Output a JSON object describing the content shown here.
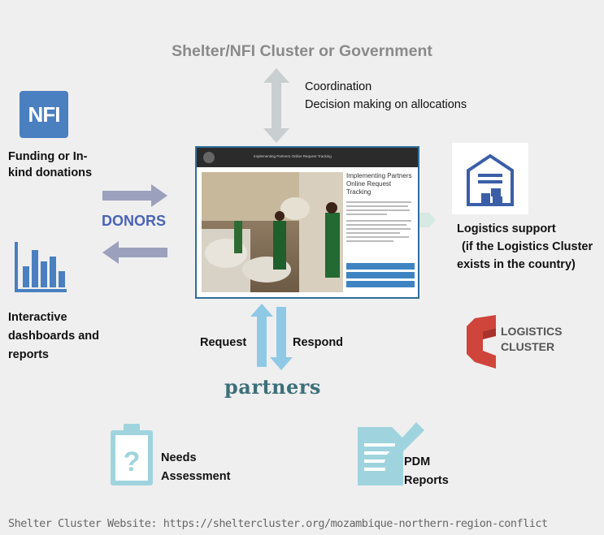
{
  "top": {
    "title": "Shelter/NFI Cluster or Government",
    "coordination_lines": [
      "Coordination",
      "Decision making on allocations"
    ]
  },
  "left": {
    "nfi_icon_text": "NFI",
    "funding_lines": [
      "Funding or In-",
      "kind donations"
    ],
    "donors_label": "DONORS",
    "dashboards_lines": [
      "Interactive",
      "dashboards and",
      "reports"
    ]
  },
  "center": {
    "screenshot": {
      "header_text": "Implementing Partners Online Request Tracking",
      "panel_title_lines": [
        "Implementing Partners",
        "Online Request Tracking"
      ],
      "buttons": [
        "",
        "",
        ""
      ]
    },
    "request_label": "Request",
    "respond_label": "Respond",
    "partners_logo_text": "partners"
  },
  "right": {
    "logistics_support_lines": [
      "Logistics support",
      "(if the Logistics Cluster",
      "exists in the country)"
    ],
    "logistics_logo_lines": [
      "LOGISTICS",
      "CLUSTER"
    ]
  },
  "bottom": {
    "needs_lines": [
      "Needs",
      "Assessment"
    ],
    "pdm_lines": [
      "PDM",
      "Reports"
    ],
    "footer": "Shelter Cluster Website: https://sheltercluster.org/mozambique-northern-region-conflict"
  },
  "colors": {
    "background": "#efefef",
    "title_gray": "#8a8a8a",
    "nfi_blue": "#4a7fc0",
    "chart_blue": "#4a7fc0",
    "donor_arrow": "#9ba0bd",
    "donors_text": "#4a63b5",
    "coord_arrow": "#c9ced0",
    "teal_arrow": "#8fc9e6",
    "partners_teal": "#3d6f79",
    "logistics_red": "#d0453b",
    "icon_light_teal": "#9fd4de",
    "panel_button_blue": "#3f84c2"
  }
}
